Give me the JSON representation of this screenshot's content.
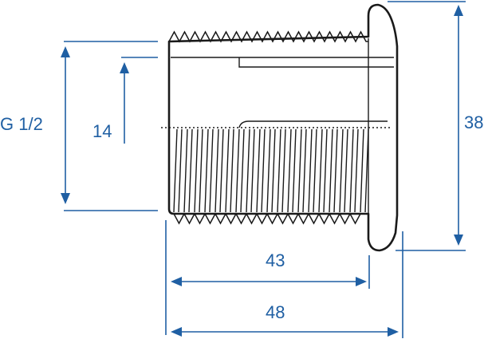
{
  "dimensions": {
    "thread_size": "G 1/2",
    "bore_diameter": "14",
    "flange_diameter": "38",
    "thread_length": "43",
    "overall_length": "48"
  },
  "colors": {
    "dimension": "#1f5fa3",
    "outline": "#1a1a1a"
  }
}
